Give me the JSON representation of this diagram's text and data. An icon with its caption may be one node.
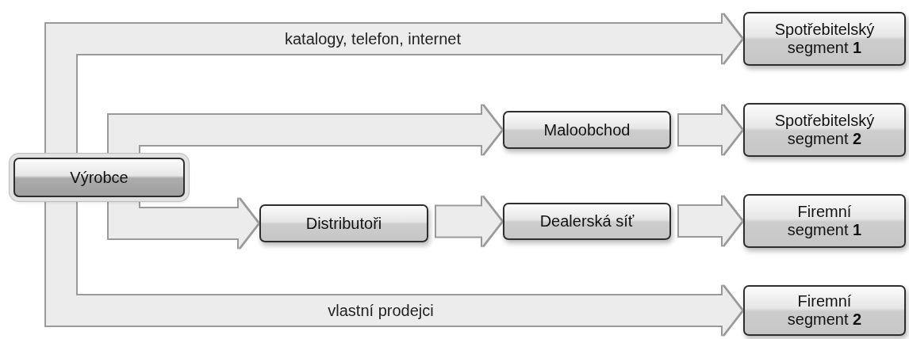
{
  "diagram": {
    "nodes": [
      {
        "text": [
          "Výrobce"
        ]
      },
      {
        "text": [
          "Spotřebitelský segment **1**"
        ]
      },
      {
        "text": [
          "Maloobchod"
        ]
      },
      {
        "text": [
          "Spotřebitelský segment **2**"
        ]
      },
      {
        "text": [
          "Distributoři"
        ]
      },
      {
        "text": [
          "Dealerská síť"
        ]
      },
      {
        "text": [
          "Firemní segment **1**"
        ]
      },
      {
        "text": [
          "Firemní segment **2**"
        ]
      }
    ],
    "edges": [
      {
        "from": 0,
        "to": 1,
        "arrow": "to",
        "label": "katalogy, telefon, internet"
      },
      {
        "from": 0,
        "to": 2,
        "arrow": "to"
      },
      {
        "from": 2,
        "to": 3,
        "arrow": "to"
      },
      {
        "from": 0,
        "to": 4,
        "arrow": "to"
      },
      {
        "from": 4,
        "to": 5,
        "arrow": "to"
      },
      {
        "from": 5,
        "to": 6,
        "arrow": "to"
      },
      {
        "from": 0,
        "to": 7,
        "arrow": "to",
        "label": "vlastní prodejci"
      }
    ]
  }
}
